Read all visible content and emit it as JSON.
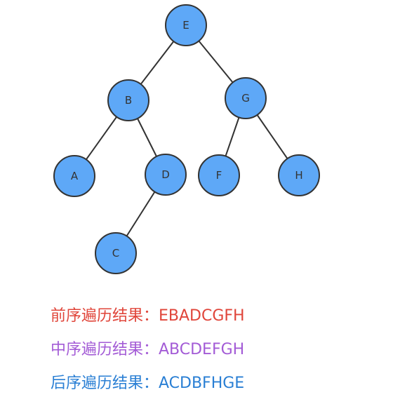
{
  "tree": {
    "nodes": [
      {
        "id": "E",
        "label": "E",
        "level": 0
      },
      {
        "id": "B",
        "label": "B",
        "level": 1
      },
      {
        "id": "G",
        "label": "G",
        "level": 1
      },
      {
        "id": "A",
        "label": "A",
        "level": 2
      },
      {
        "id": "D",
        "label": "D",
        "level": 2
      },
      {
        "id": "F",
        "label": "F",
        "level": 2
      },
      {
        "id": "H",
        "label": "H",
        "level": 2
      },
      {
        "id": "C",
        "label": "C",
        "level": 3
      }
    ],
    "edges": [
      {
        "from": "E",
        "to": "B"
      },
      {
        "from": "E",
        "to": "G"
      },
      {
        "from": "B",
        "to": "A"
      },
      {
        "from": "B",
        "to": "D"
      },
      {
        "from": "D",
        "to": "C"
      },
      {
        "from": "G",
        "to": "F"
      },
      {
        "from": "G",
        "to": "H"
      }
    ],
    "colors": {
      "node_fill": "#5ea8f7",
      "node_stroke": "#333333",
      "edge": "#333333"
    }
  },
  "results": {
    "preorder": {
      "text": "前序遍历结果：EBADCGFH",
      "color": "#e0453a"
    },
    "inorder": {
      "text": "中序遍历结果：ABCDEFGH",
      "color": "#a35bd6"
    },
    "postorder": {
      "text": "后序遍历结果：ACDBFHGE",
      "color": "#2a7fd4"
    }
  }
}
